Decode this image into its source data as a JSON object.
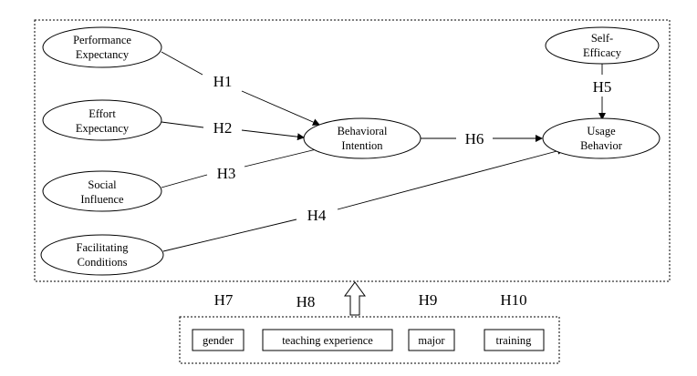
{
  "constructs": {
    "performance_expectancy": [
      "Performance",
      "Expectancy"
    ],
    "effort_expectancy": [
      "Effort",
      "Expectancy"
    ],
    "social_influence": [
      "Social",
      "Influence"
    ],
    "facilitating_conditions": [
      "Facilitating",
      "Conditions"
    ],
    "behavioral_intention": [
      "Behavioral",
      "Intention"
    ],
    "usage_behavior": [
      "Usage",
      "Behavior"
    ],
    "self_efficacy": [
      "Self-",
      "Efficacy"
    ]
  },
  "hypotheses": {
    "h1": "H1",
    "h2": "H2",
    "h3": "H3",
    "h4": "H4",
    "h5": "H5",
    "h6": "H6",
    "h7": "H7",
    "h8": "H8",
    "h9": "H9",
    "h10": "H10"
  },
  "moderators": {
    "gender": "gender",
    "teaching_experience": "teaching experience",
    "major": "major",
    "training": "training"
  }
}
